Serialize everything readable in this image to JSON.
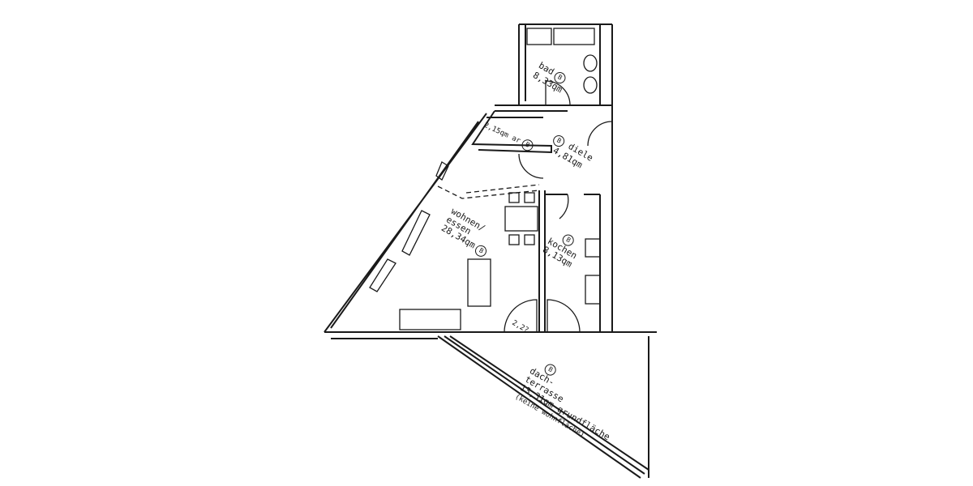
{
  "rooms": {
    "bad": {
      "name": "bad",
      "area": "8,33qm",
      "badge": "B"
    },
    "abstell": {
      "name": "ar",
      "area": "2,15qm",
      "badge": "B"
    },
    "diele": {
      "name": "diele",
      "area": "4,81qm",
      "badge": "B"
    },
    "wohnen": {
      "name": "wohnen/",
      "name2": "essen",
      "area": "28,34qm",
      "badge": "B"
    },
    "kochen": {
      "name": "kochen",
      "area": "8,13qm",
      "badge": "B"
    },
    "door_label": "2,2?",
    "terrasse": {
      "name": "dach-",
      "name2": "terrasse",
      "area": "13,31qm grundfläche",
      "note": "(keine wohnfläche)",
      "badge": "B"
    }
  }
}
